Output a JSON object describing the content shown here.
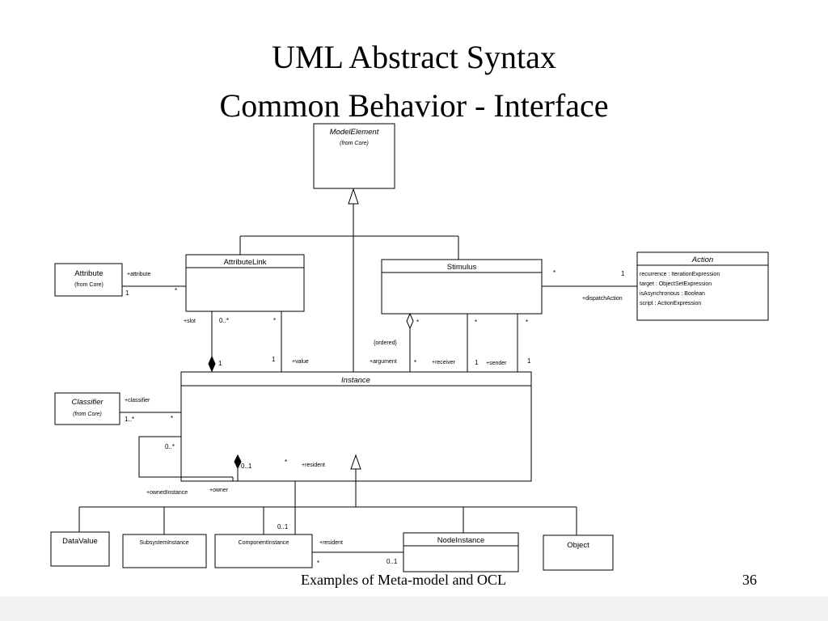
{
  "title": {
    "line1": "UML Abstract Syntax",
    "line2": "Common Behavior - Interface"
  },
  "footer": {
    "text": "Examples of Meta-model and OCL",
    "page": "36"
  },
  "classes": {
    "model_element": {
      "name": "ModelElement",
      "from": "(from Core)"
    },
    "attribute": {
      "name": "Attribute",
      "from": "(from Core)"
    },
    "attribute_link": {
      "name": "AttributeLink"
    },
    "stimulus": {
      "name": "Stimulus"
    },
    "action": {
      "name": "Action",
      "attributes": [
        "recurrence : IterationExpression",
        "target : ObjectSetExpression",
        "isAsynchronous : Boolean",
        "script : ActionExpression"
      ]
    },
    "instance": {
      "name": "Instance"
    },
    "classifier": {
      "name": "Classifier",
      "from": "(from Core)"
    },
    "data_value": {
      "name": "DataValue"
    },
    "subsystem_instance": {
      "name": "SubsystemInstance"
    },
    "component_instance": {
      "name": "ComponentInstance"
    },
    "node_instance": {
      "name": "NodeInstance"
    },
    "object": {
      "name": "Object"
    }
  },
  "labels": {
    "attr_role": "+attribute",
    "attr_one": "1",
    "attr_star": "*",
    "slot": "+slot",
    "slot_mult": "0..*",
    "slot_one": "1",
    "al_star": "*",
    "value": "+value",
    "value_one": "1",
    "action_star": "*",
    "action_one": "1",
    "dispatch": "+dispatchAction",
    "st_star1": "*",
    "st_star2": "*",
    "st_star3": "*",
    "ordered": "{ordered}",
    "argument": "+argument",
    "arg_star": "*",
    "receiver": "+receiver",
    "recv_one": "1",
    "sender": "+sender",
    "send_one": "1",
    "classifier_role": "+classifier",
    "cls_mult": "1..*",
    "cls_star": "*",
    "owned_mult": "0..*",
    "owner_mult": "0..1",
    "owned": "+ownedInstance",
    "owner": "+owner",
    "res_star": "*",
    "resident": "+resident",
    "comp_mult": "0..1",
    "resident2": "+resident",
    "ci_star": "*",
    "ni_mult": "0..1"
  }
}
